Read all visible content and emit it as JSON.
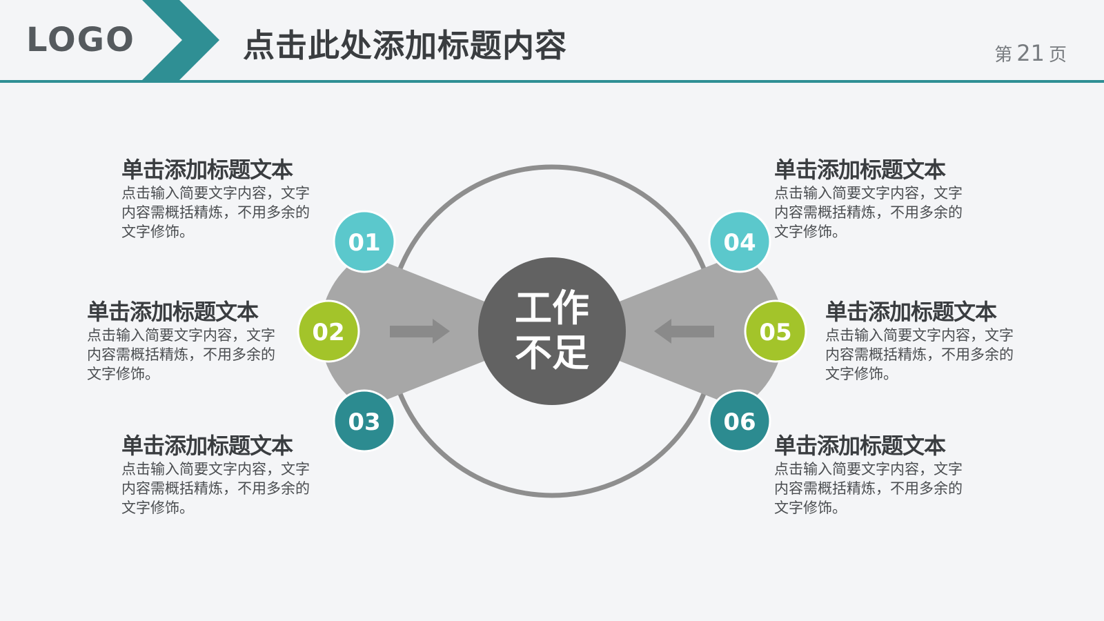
{
  "header": {
    "logo": "LOGO",
    "title": "点击此处添加标题内容",
    "page_prefix": "第",
    "page_number": "21",
    "page_suffix": "页"
  },
  "center": {
    "line1": "工作",
    "line2": "不足"
  },
  "items": [
    {
      "num": "01",
      "title": "单击添加标题文本",
      "desc": "点击输入简要文字内容，文字内容需概括精炼，不用多余的文字修饰。",
      "color": "#5bc8cc"
    },
    {
      "num": "02",
      "title": "单击添加标题文本",
      "desc": "点击输入简要文字内容，文字内容需概括精炼，不用多余的文字修饰。",
      "color": "#a3c42a"
    },
    {
      "num": "03",
      "title": "单击添加标题文本",
      "desc": "点击输入简要文字内容，文字内容需概括精炼，不用多余的文字修饰。",
      "color": "#2c8b90"
    },
    {
      "num": "04",
      "title": "单击添加标题文本",
      "desc": "点击输入简要文字内容，文字内容需概括精炼，不用多余的文字修饰。",
      "color": "#5bc8cc"
    },
    {
      "num": "05",
      "title": "单击添加标题文本",
      "desc": "点击输入简要文字内容，文字内容需概括精炼，不用多余的文字修饰。",
      "color": "#a3c42a"
    },
    {
      "num": "06",
      "title": "单击添加标题文本",
      "desc": "点击输入简要文字内容，文字内容需概括精炼，不用多余的文字修饰。",
      "color": "#2c8b90"
    }
  ],
  "colors": {
    "accent": "#2f8f94",
    "ring": "#8e8e8e",
    "fan": "#a7a7a7",
    "hub": "#626262",
    "arrow": "#8a8a8a"
  }
}
